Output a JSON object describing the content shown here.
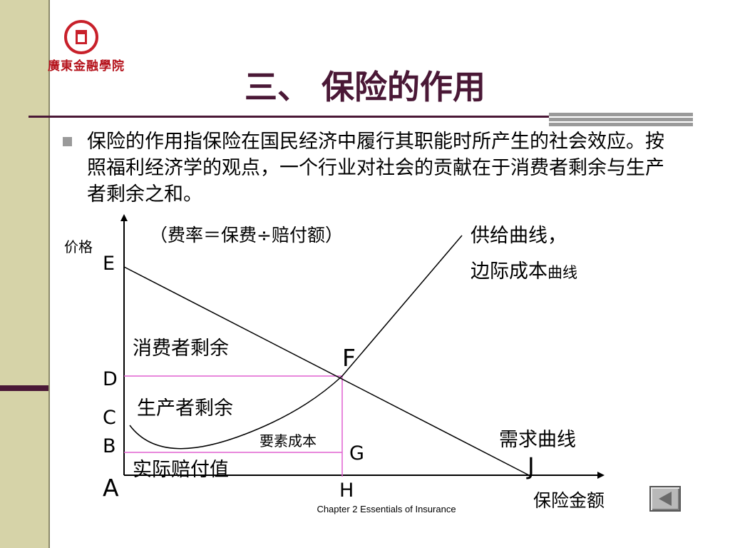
{
  "slide": {
    "logo_text": "廣東金融學院",
    "title": "三、 保险的作用",
    "bullet": "保险的作用指保险在国民经济中履行其职能时所产生的社会效应。按照福利经济学的观点，一个行业对社会的贡献在于消费者剩余与生产者剩余之和。",
    "footer": "Chapter 2   Essentials of Insurance"
  },
  "diagram": {
    "y_axis_label": "价格",
    "x_axis_label": "保险金额",
    "formula_note": "（费率＝保费÷赔付额）",
    "supply_label_1": "供给曲线，",
    "supply_label_2": "边际成本",
    "supply_label_2_small": "曲线",
    "demand_label": "需求曲线",
    "consumer_surplus": "消费者剩余",
    "producer_surplus": "生产者剩余",
    "factor_cost": "要素成本",
    "actual_claims": "实际赔付值",
    "points": {
      "E": "E",
      "F": "F",
      "D": "D",
      "C": "C",
      "B": "B",
      "A": "A",
      "G": "G",
      "H": "H",
      "J": "J"
    },
    "colors": {
      "guide_lines": "#e060d0",
      "curves": "#000000"
    }
  },
  "nav": {
    "back_icon": "triangle-left-icon"
  }
}
